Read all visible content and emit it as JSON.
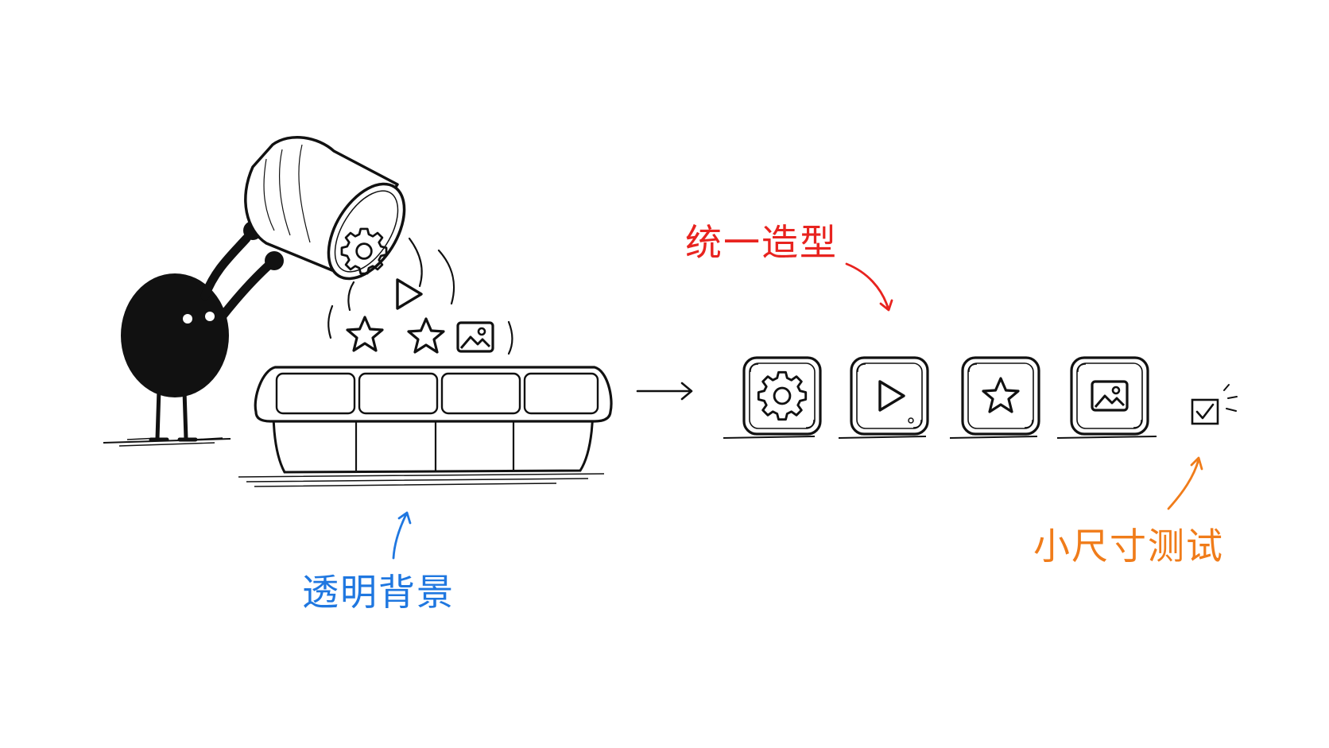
{
  "annotations": {
    "transparent_background": {
      "text": "透明背景",
      "color": "#1f77e0"
    },
    "unified_shape": {
      "text": "统一造型",
      "color": "#e8231f"
    },
    "small_size_test": {
      "text": "小尺寸测试",
      "color": "#f07c1a"
    }
  },
  "falling_icons": [
    "gear-icon",
    "play-icon",
    "star-icon",
    "star-icon",
    "image-icon"
  ],
  "result_tiles": [
    {
      "icon": "gear-icon"
    },
    {
      "icon": "play-icon"
    },
    {
      "icon": "star-icon"
    },
    {
      "icon": "image-icon"
    }
  ],
  "small_test_icon": "checkbox-check-icon",
  "ink_color": "#111111"
}
